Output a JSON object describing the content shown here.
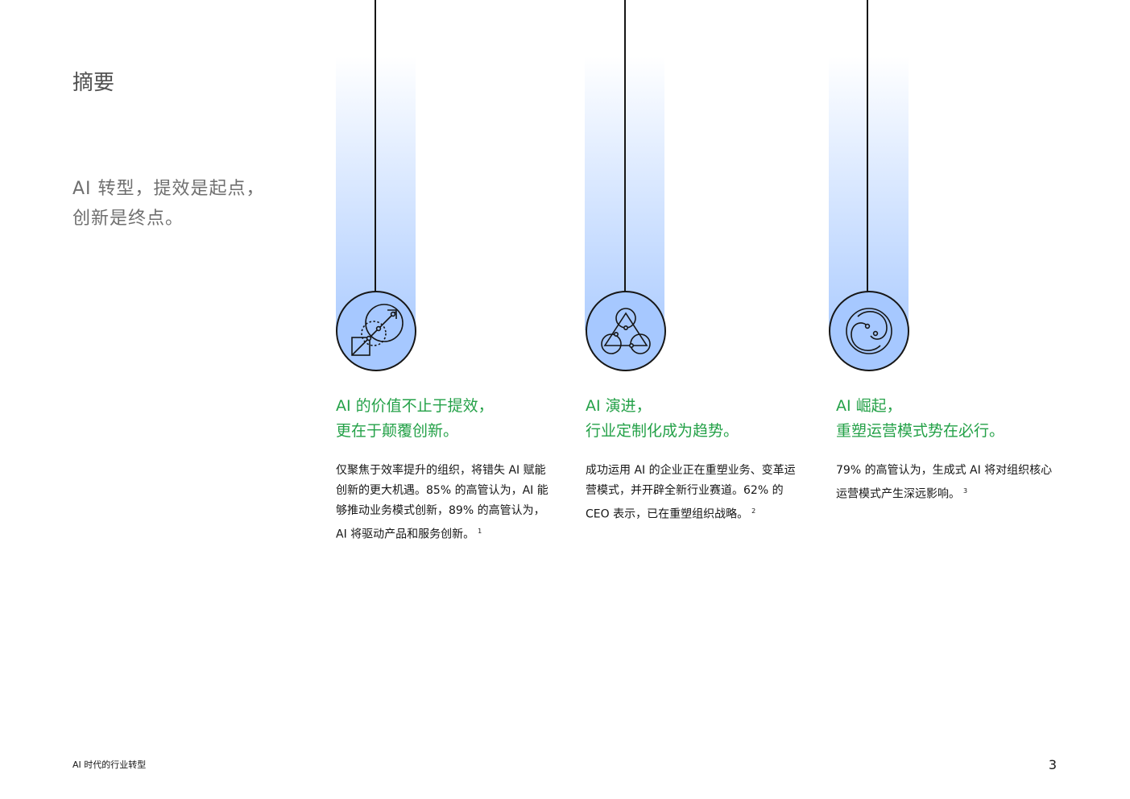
{
  "page": {
    "section_title": "摘要",
    "tagline": [
      "AI 转型，提效是起点，",
      "创新是终点。"
    ],
    "footer_title": "AI 时代的行业转型",
    "page_number": "3"
  },
  "columns": [
    {
      "icon": "scale-transform-icon",
      "heading": [
        "AI 的价值不止于提效，",
        "更在于颠覆创新。"
      ],
      "body": "仅聚焦于效率提升的组织，将错失 AI 赋能创新的更大机遇。85% 的高管认为，AI 能够推动业务模式创新，89% 的高管认为，AI 将驱动产品和服务创新。",
      "footnote": "1"
    },
    {
      "icon": "three-circles-network-icon",
      "heading": [
        "AI 演进，",
        "行业定制化成为趋势。"
      ],
      "body": "成功运用 AI 的企业正在重塑业务、变革运营模式，并开辟全新行业赛道。62% 的 CEO 表示，已在重塑组织战略。",
      "footnote": "2"
    },
    {
      "icon": "spiral-cycle-icon",
      "heading": [
        "AI 崛起，",
        "重塑运营模式势在必行。"
      ],
      "body": "79% 的高管认为，生成式 AI 将对组织核心运营模式产生深远影响。",
      "footnote": "3"
    }
  ],
  "colors": {
    "accent_green": "#24a148",
    "icon_fill": "#a6c8ff",
    "text_gray": "#6f6f6f"
  }
}
